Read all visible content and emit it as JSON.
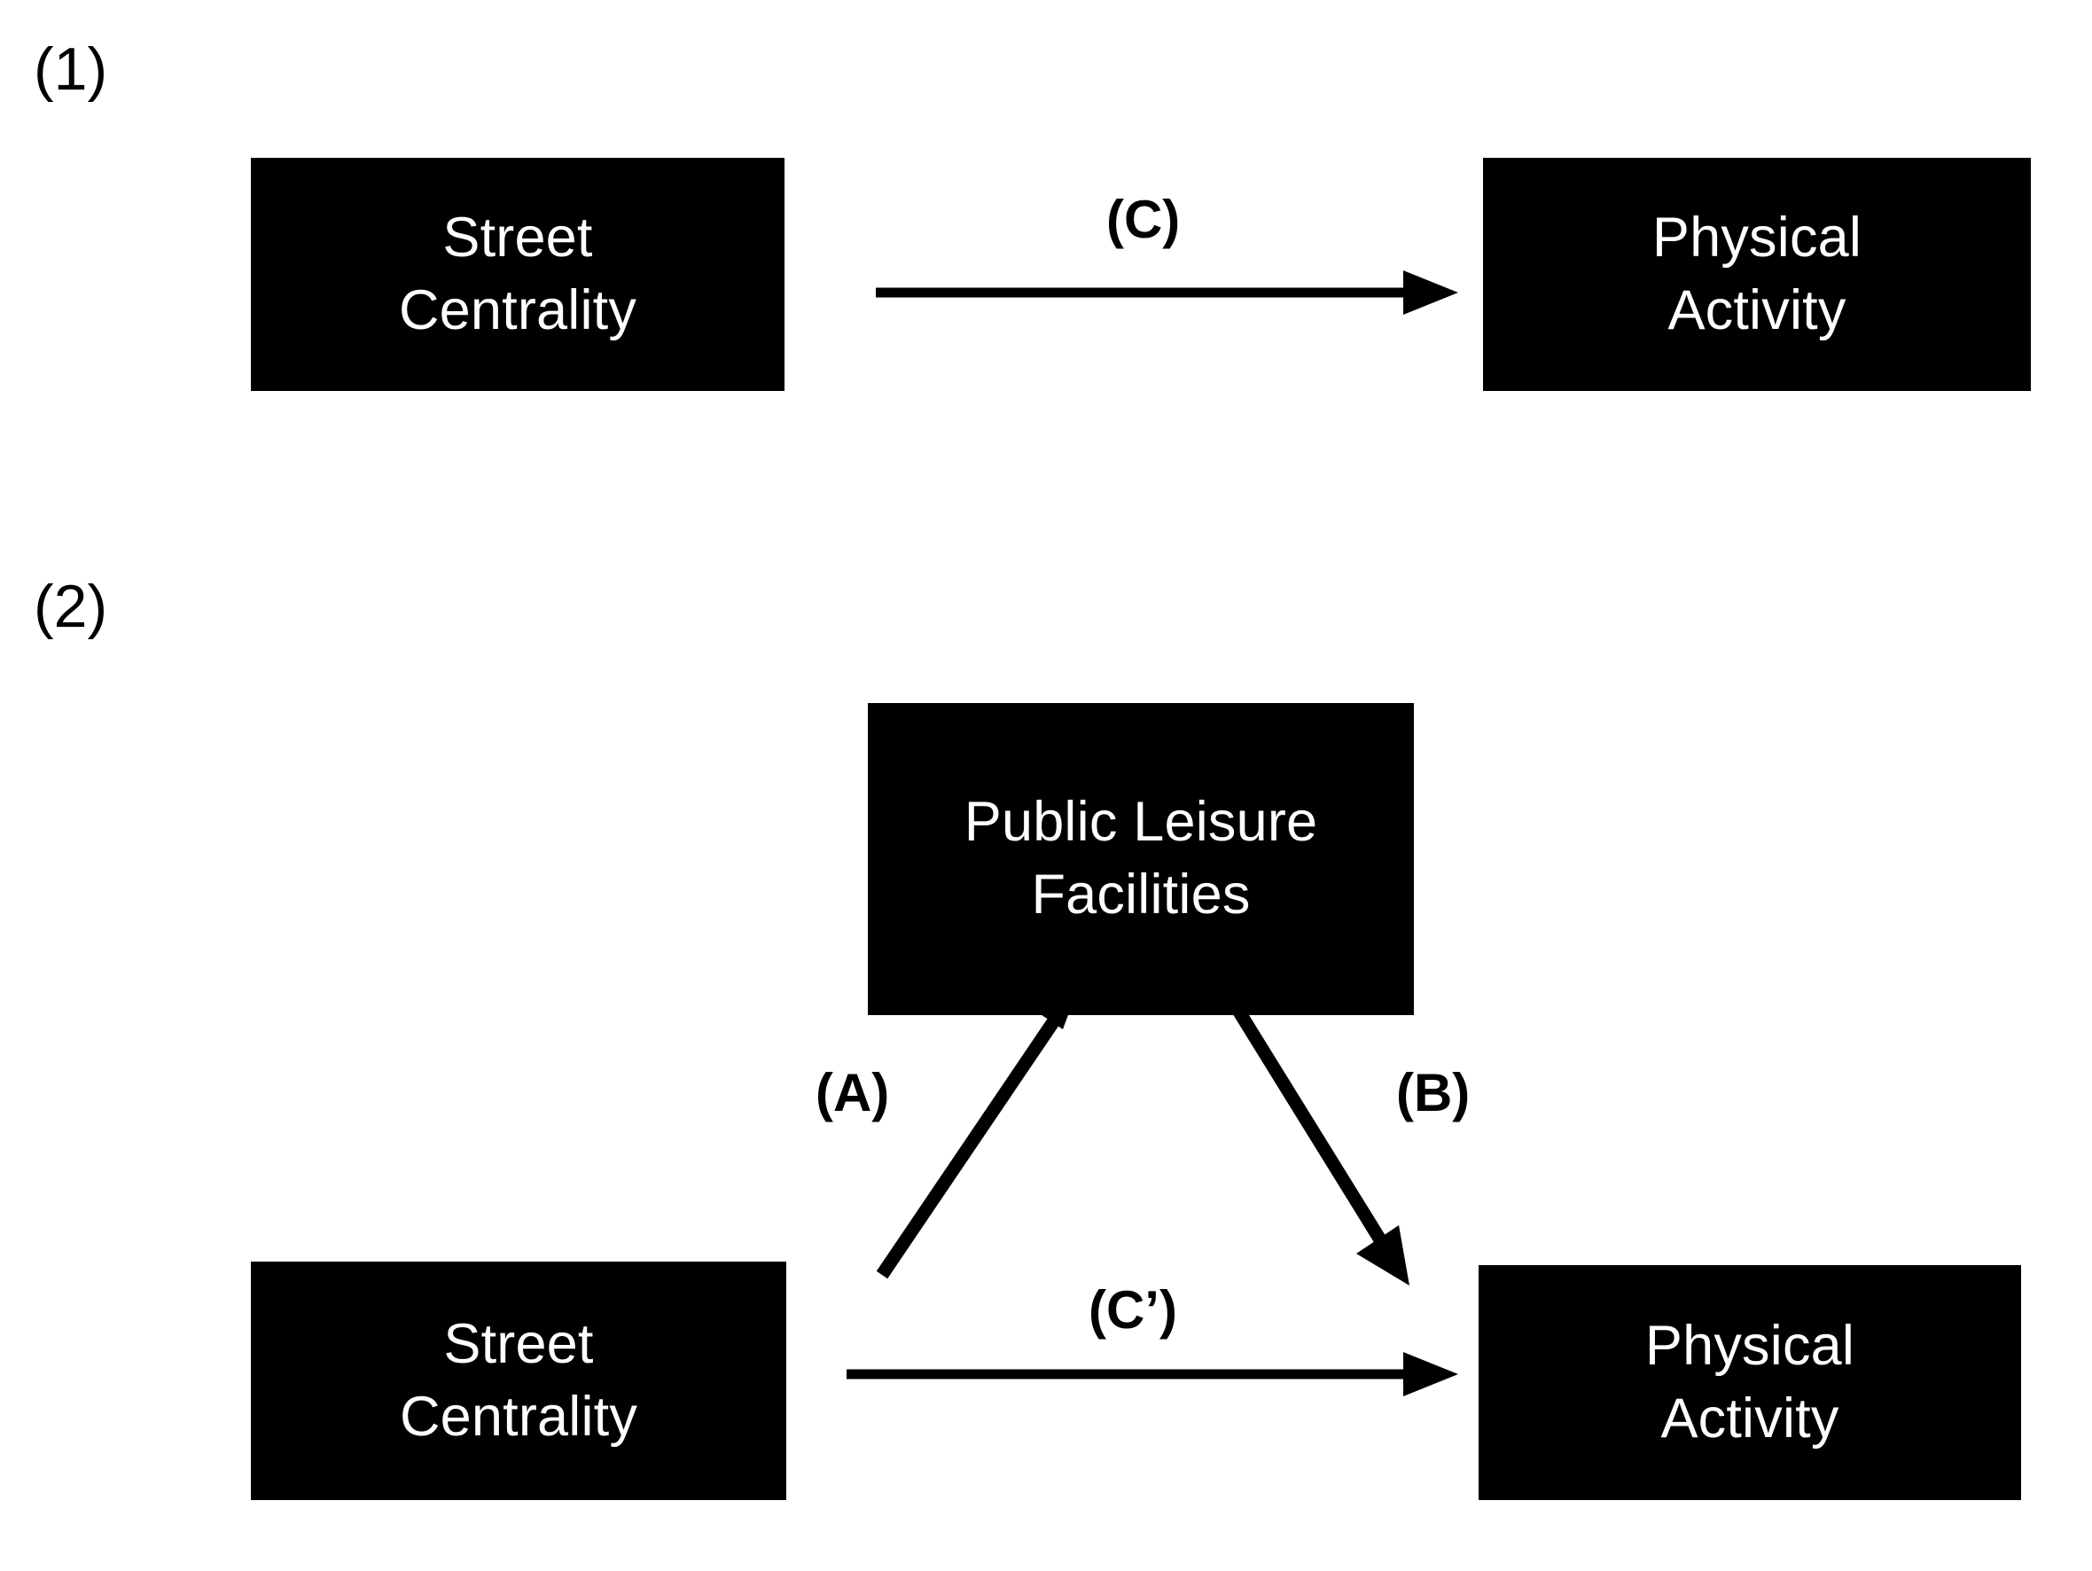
{
  "figure": {
    "type": "mediation-diagram",
    "background_color": "#ffffff",
    "node_fill_color": "#000000",
    "node_text_color": "#ffffff",
    "edge_color": "#000000"
  },
  "panels": [
    {
      "label": "(1)",
      "nodes": {
        "predictor": {
          "line1": "Street",
          "line2": "Centrality"
        },
        "outcome": {
          "line1": "Physical",
          "line2": "Activity"
        }
      },
      "edges": {
        "direct": "(C)"
      }
    },
    {
      "label": "(2)",
      "nodes": {
        "mediator": {
          "line1": "Public Leisure",
          "line2": "Facilities"
        },
        "predictor": {
          "line1": "Street",
          "line2": "Centrality"
        },
        "outcome": {
          "line1": "Physical",
          "line2": "Activity"
        }
      },
      "edges": {
        "a_path": "(A)",
        "b_path": "(B)",
        "direct": "(C’)"
      }
    }
  ]
}
